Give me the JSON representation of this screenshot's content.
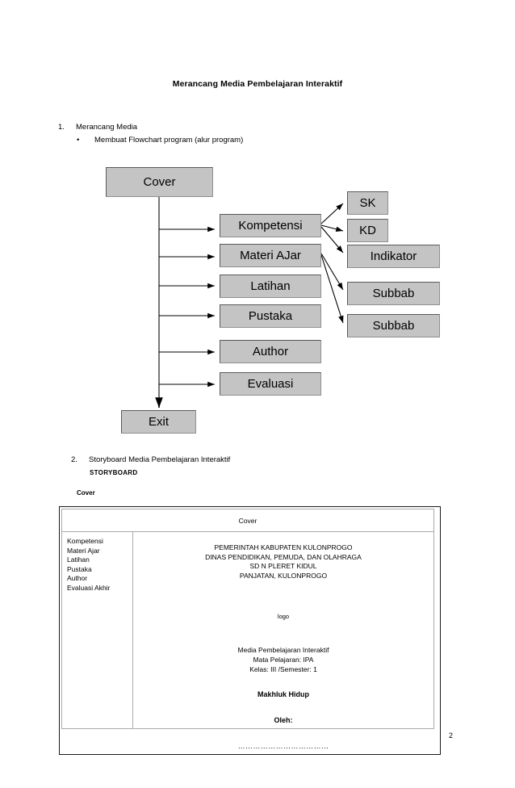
{
  "document": {
    "title": "Merancang Media Pembelajaran Interaktif",
    "page_number": "2"
  },
  "sections": [
    {
      "number": "1.",
      "heading": "Merancang Media",
      "bullet_marker": "•",
      "bullet_text": "Membuat Flowchart program (alur program)"
    },
    {
      "number": "2.",
      "heading": "Storyboard Media Pembelajaran Interaktif",
      "subheading": "STORYBOARD",
      "label": "Cover"
    }
  ],
  "flowchart": {
    "nodes": {
      "cover": "Cover",
      "kompetensi": "Kompetensi",
      "materi_ajar": "Materi AJar",
      "latihan": "Latihan",
      "pustaka": "Pustaka",
      "author": "Author",
      "evaluasi": "Evaluasi",
      "exit": "Exit",
      "sk": "SK",
      "kd": "KD",
      "indikator": "Indikator",
      "subbab_1": "Subbab",
      "subbab_2": "Subbab"
    },
    "node_fill": "#c4c4c4",
    "node_border_dark": "#5a5a5a",
    "node_border_light": "#8f8f8f"
  },
  "storyboard_table": {
    "header": "Cover",
    "menu_items": [
      "Kompetensi",
      "Materi  Ajar",
      "Latihan",
      "Pustaka",
      "Author",
      "Evaluasi Akhir"
    ],
    "content": {
      "institution_lines": [
        "PEMERINTAH KABUPATEN KULONPROGO",
        "DINAS PENDIDIKAN, PEMUDA, DAN OLAHRAGA",
        "SD N  PLERET KIDUL",
        "PANJATAN, KULONPROGO"
      ],
      "logo_placeholder": "logo",
      "media_lines": [
        "Media Pembelajaran Interaktif",
        "Mata Pelajaran: IPA",
        "Kelas: III /Semester: 1"
      ],
      "topic": "Makhluk Hidup",
      "author_label": "Oleh:",
      "author_dots": "………………………………"
    }
  }
}
